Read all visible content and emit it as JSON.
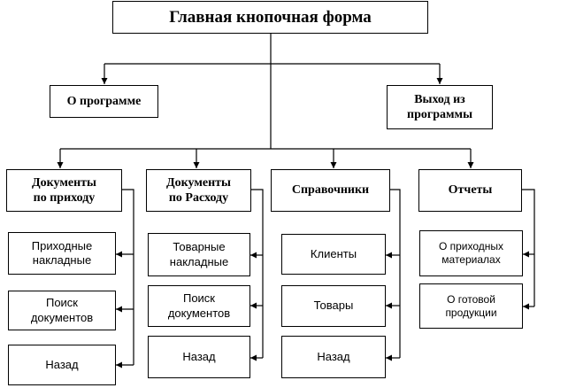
{
  "root": {
    "label": "Главная кнопочная форма"
  },
  "level1": [
    {
      "label": "О программе"
    },
    {
      "label": "Выход из\nпрограммы"
    }
  ],
  "groups": [
    {
      "title": "Документы\nпо приходу",
      "items": [
        "Приходные\nнакладные",
        "Поиск\nдокументов",
        "Назад"
      ]
    },
    {
      "title": "Документы\nпо Расходу",
      "items": [
        "Товарные\nнакладные",
        "Поиск\nдокументов",
        "Назад"
      ]
    },
    {
      "title": "Справочники",
      "items": [
        "Клиенты",
        "Товары",
        "Назад"
      ]
    },
    {
      "title": "Отчеты",
      "items": [
        "О приходных\nматериалах",
        "О готовой\nпродукции"
      ]
    }
  ]
}
